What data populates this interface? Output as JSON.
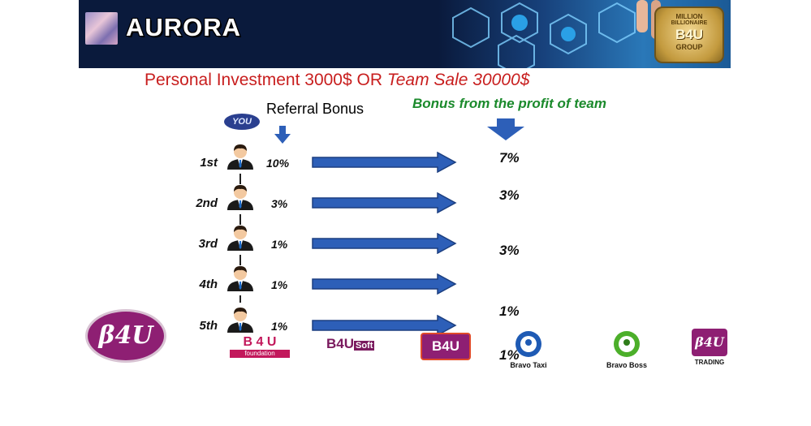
{
  "banner": {
    "brand": "AURORA",
    "badge": {
      "line1": "MILLION",
      "line2": "BILLIONAIRE",
      "line3": "B4U",
      "line4": "GROUP"
    }
  },
  "headline": {
    "part1": "Personal Investment 3000$  OR ",
    "part2": "Team Sale 30000$"
  },
  "you_label": "YOU",
  "referral_title": "Referral Bonus",
  "team_title": "Bonus from the profit of team",
  "levels": [
    {
      "label": "1st",
      "referral": "10%"
    },
    {
      "label": "2nd",
      "referral": "3%"
    },
    {
      "label": "3rd",
      "referral": "1%"
    },
    {
      "label": "4th",
      "referral": "1%"
    },
    {
      "label": "5th",
      "referral": "1%"
    }
  ],
  "team_values": [
    "7%",
    "3%",
    "3%",
    "1%",
    "1%"
  ],
  "logos": {
    "b4u_circle": "β4U",
    "foundation_name": "B 4 U",
    "foundation_sub": "foundation",
    "b4usoft_main": "B4U",
    "b4usoft_sub": "Soft",
    "b4u_square": "B4U",
    "bravo_taxi": "Bravo Taxi",
    "bravo_boss": "Bravo Boss",
    "trading_mark": "β4U",
    "trading": "TRADING"
  },
  "colors": {
    "headline_red": "#c81e1e",
    "team_green": "#1b8a2c",
    "arrow_blue": "#2d5fb8",
    "b4u_purple": "#8e1f73"
  }
}
